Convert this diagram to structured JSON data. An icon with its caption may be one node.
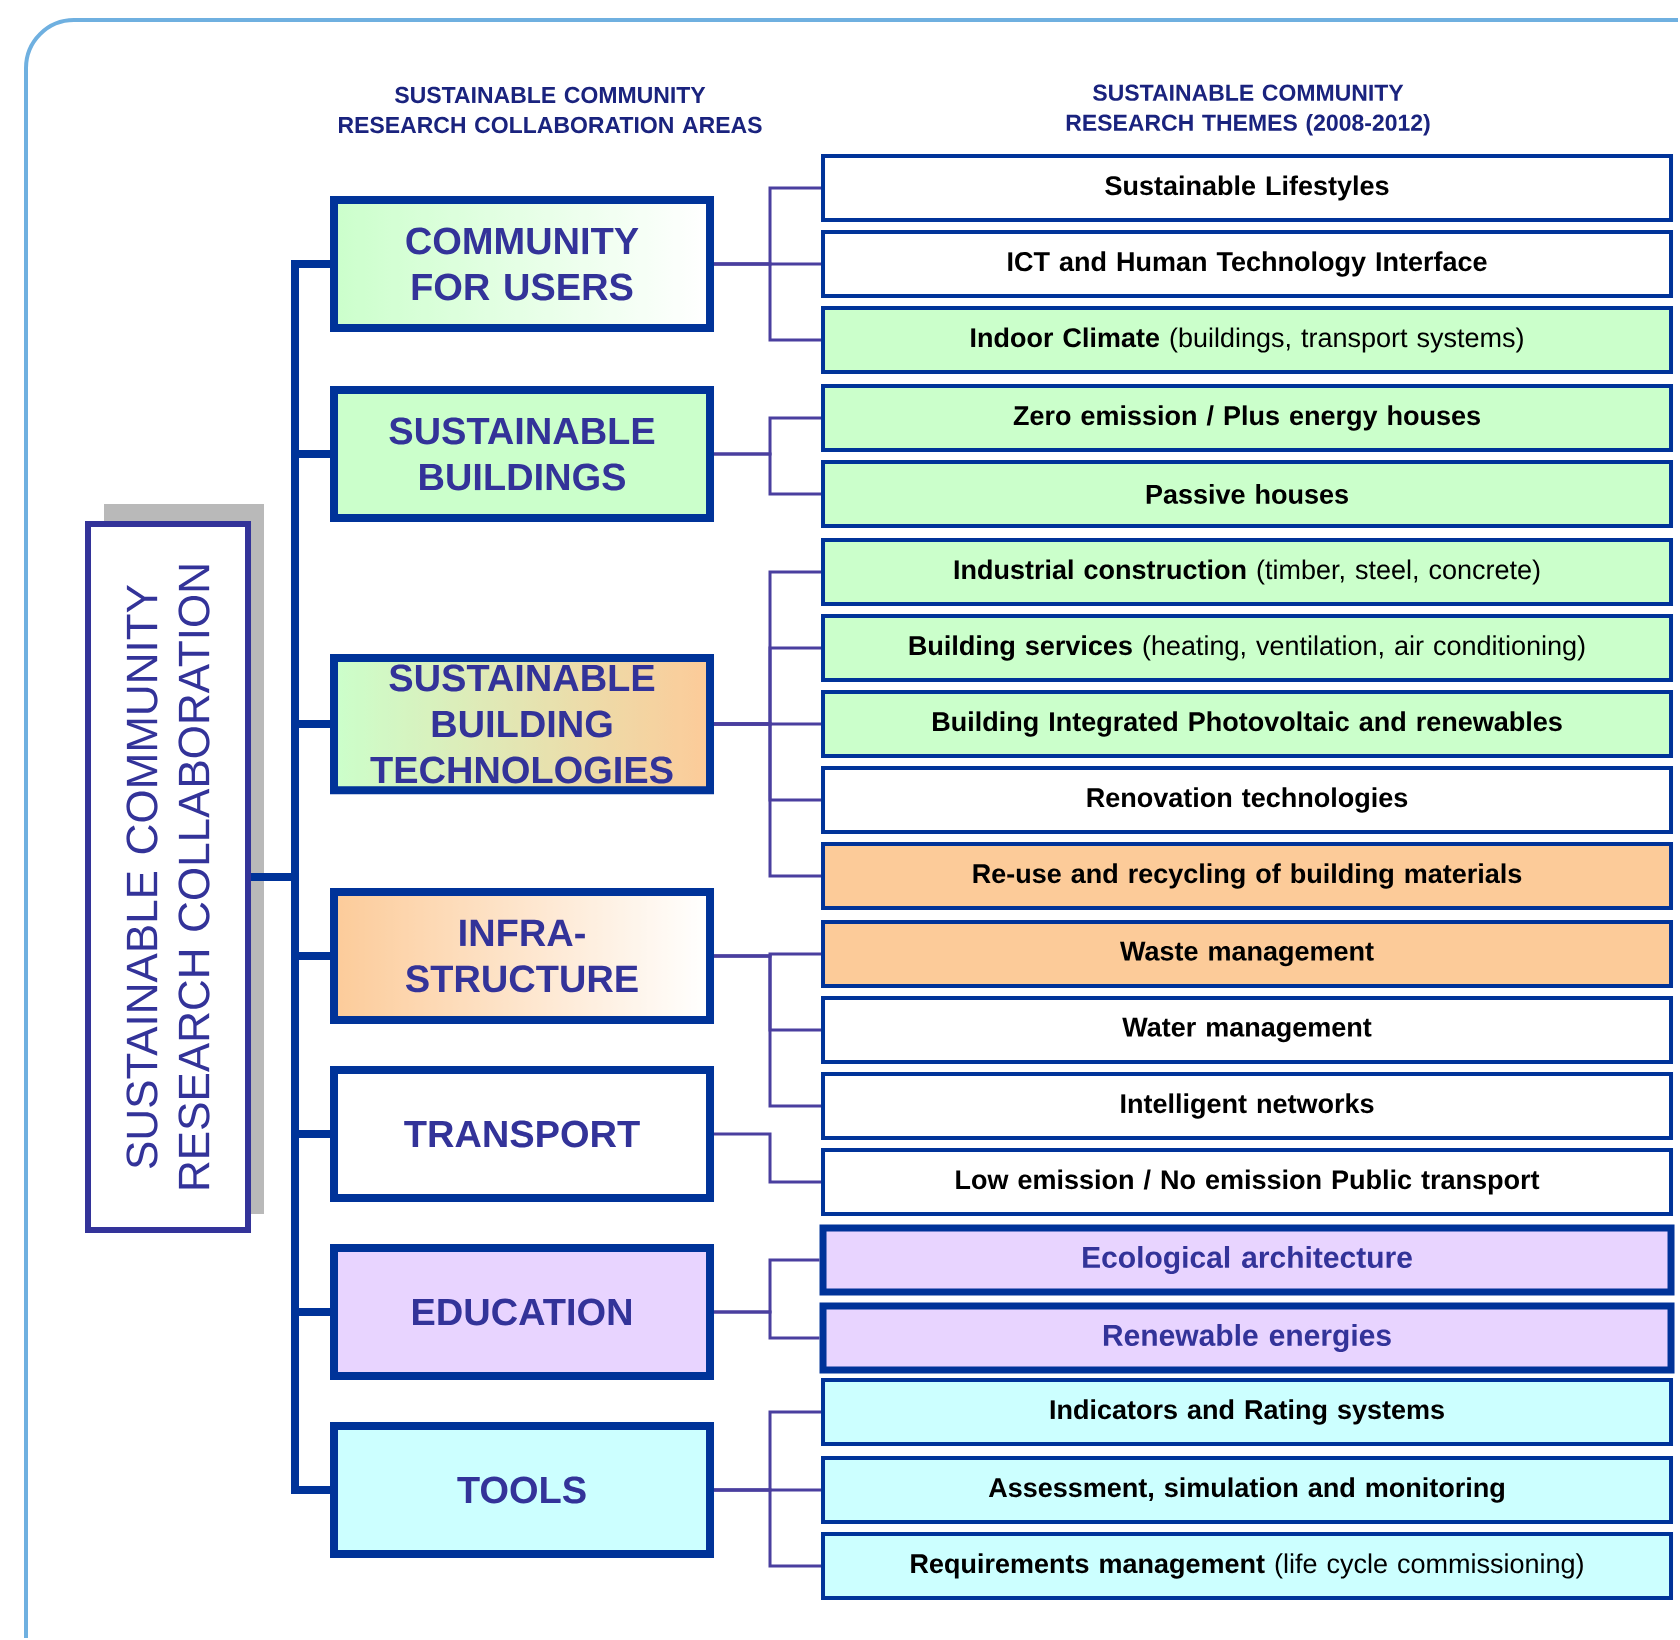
{
  "diagram": {
    "nodes": [
      {
        "text": [
          "SUSTAINABLE COMMUNITY RESEARCH COLLABORATION"
        ]
      },
      {
        "text": [
          "COMMUNITY FOR USERS"
        ]
      },
      {
        "text": [
          "SUSTAINABLE BUILDINGS"
        ]
      },
      {
        "text": [
          "SUSTAINABLE BUILDING TECHNOLOGIES"
        ]
      },
      {
        "text": [
          "INFRA- STRUCTURE"
        ]
      },
      {
        "text": [
          "TRANSPORT"
        ]
      },
      {
        "text": [
          "EDUCATION"
        ]
      },
      {
        "text": [
          "TOOLS"
        ]
      },
      {
        "text": [
          "Sustainable Lifestyles"
        ]
      },
      {
        "text": [
          "ICT and Human Technology Interface"
        ]
      },
      {
        "text": [
          "**Indoor Climate** (buildings, transport systems)"
        ]
      },
      {
        "text": [
          "Zero emission / Plus energy houses"
        ]
      },
      {
        "text": [
          "Passive houses"
        ]
      },
      {
        "text": [
          "**Industrial construction** (timber, steel, concrete)"
        ]
      },
      {
        "text": [
          "**Building services** (heating, ventilation, air conditioning)"
        ]
      },
      {
        "text": [
          "Building Integrated Photovoltaic and renewables"
        ]
      },
      {
        "text": [
          "Renovation technologies"
        ]
      },
      {
        "text": [
          "Re-use and recycling of building materials"
        ]
      },
      {
        "text": [
          "Waste management"
        ]
      },
      {
        "text": [
          "Water management"
        ]
      },
      {
        "text": [
          "Intelligent networks"
        ]
      },
      {
        "text": [
          "Low emission / No emission Public transport"
        ]
      },
      {
        "text": [
          "Ecological architecture"
        ]
      },
      {
        "text": [
          "Renewable energies"
        ]
      },
      {
        "text": [
          "Indicators and Rating systems"
        ]
      },
      {
        "text": [
          "Assessment, simulation and monitoring"
        ]
      },
      {
        "text": [
          "**Requirements management** (life cycle commissioning)"
        ]
      }
    ],
    "edges": [
      {
        "from": 0,
        "to": 1,
        "arrow": "none",
        "style": "thick"
      },
      {
        "from": 0,
        "to": 2,
        "arrow": "none",
        "style": "thick"
      },
      {
        "from": 0,
        "to": 3,
        "arrow": "none",
        "style": "thick"
      },
      {
        "from": 0,
        "to": 4,
        "arrow": "none",
        "style": "thick"
      },
      {
        "from": 0,
        "to": 5,
        "arrow": "none",
        "style": "thick"
      },
      {
        "from": 0,
        "to": 6,
        "arrow": "none",
        "style": "thick"
      },
      {
        "from": 0,
        "to": 7,
        "arrow": "none",
        "style": "thick"
      },
      {
        "from": 1,
        "to": 8,
        "arrow": "none"
      },
      {
        "from": 1,
        "to": 9,
        "arrow": "none"
      },
      {
        "from": 1,
        "to": 10,
        "arrow": "none"
      },
      {
        "from": 2,
        "to": 11,
        "arrow": "none"
      },
      {
        "from": 2,
        "to": 12,
        "arrow": "none"
      },
      {
        "from": 3,
        "to": 13,
        "arrow": "none"
      },
      {
        "from": 3,
        "to": 14,
        "arrow": "none"
      },
      {
        "from": 3,
        "to": 15,
        "arrow": "none"
      },
      {
        "from": 3,
        "to": 16,
        "arrow": "none"
      },
      {
        "from": 3,
        "to": 17,
        "arrow": "none"
      },
      {
        "from": 4,
        "to": 18,
        "arrow": "none"
      },
      {
        "from": 4,
        "to": 19,
        "arrow": "none"
      },
      {
        "from": 4,
        "to": 20,
        "arrow": "none"
      },
      {
        "from": 5,
        "to": 21,
        "arrow": "none"
      },
      {
        "from": 6,
        "to": 22,
        "arrow": "none"
      },
      {
        "from": 6,
        "to": 23,
        "arrow": "none"
      },
      {
        "from": 7,
        "to": 24,
        "arrow": "none"
      },
      {
        "from": 7,
        "to": 25,
        "arrow": "none"
      },
      {
        "from": 7,
        "to": 26,
        "arrow": "none"
      }
    ],
    "labels": [
      "SUSTAINABLE COMMUNITY RESEARCH COLLABORATION AREAS",
      "SUSTAINABLE COMMUNITY RESEARCH THEMES (2008-2012)"
    ]
  }
}
